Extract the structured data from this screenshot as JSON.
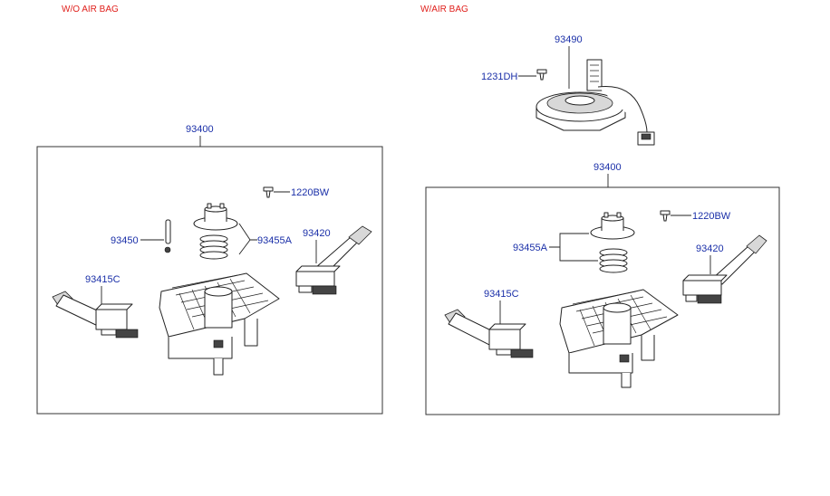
{
  "variants": {
    "left": "W/O AIR BAG",
    "right": "W/AIR BAG"
  },
  "left_panel": {
    "assembly": "93400",
    "screw": "1220BW",
    "pin": "93450",
    "cover_spring": "93455A",
    "wiper_switch": "93420",
    "lighting_switch": "93415C"
  },
  "right_panel": {
    "clock_spring": "93490",
    "clock_spring_screw": "1231DH",
    "assembly": "93400",
    "screw": "1220BW",
    "cover_spring": "93455A",
    "wiper_switch": "93420",
    "lighting_switch": "93415C"
  },
  "colors": {
    "variant_label": "#e0201c",
    "part_number": "#1a2fa8",
    "line": "#222222"
  }
}
